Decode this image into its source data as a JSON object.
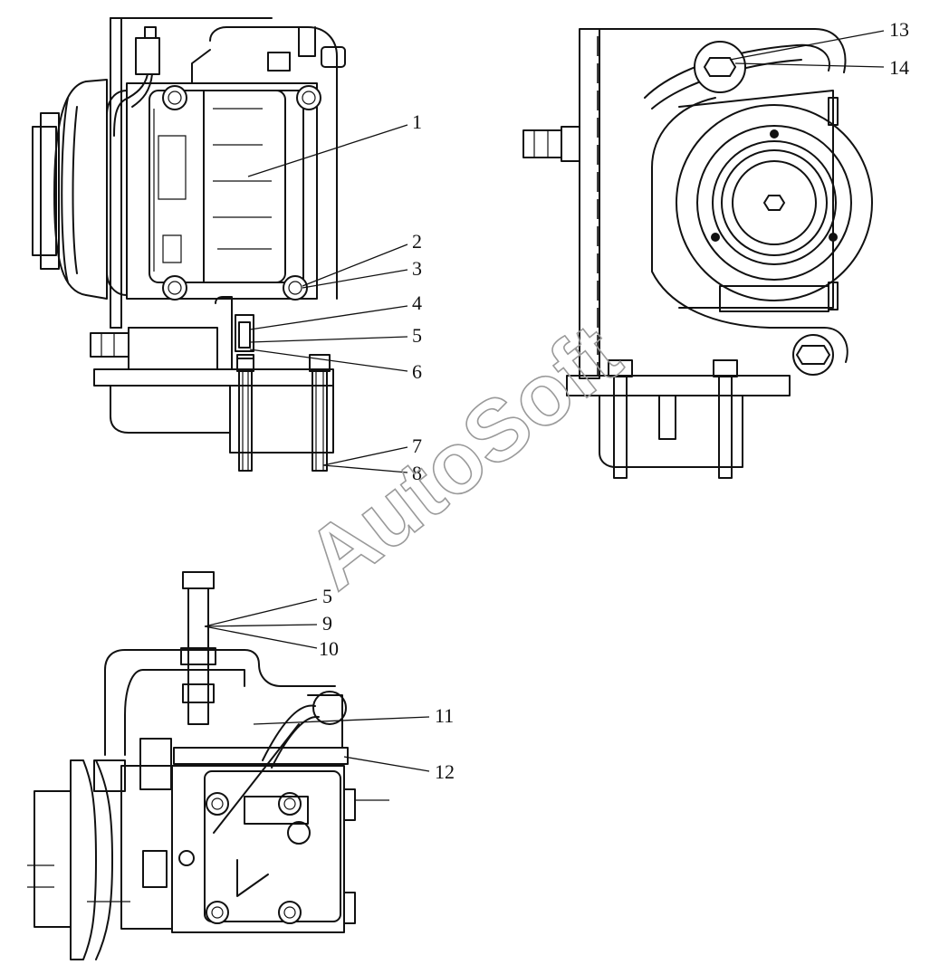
{
  "watermark": "AutoSoft",
  "callouts": {
    "c1": "1",
    "c2": "2",
    "c3": "3",
    "c4": "4",
    "c5a": "5",
    "c6": "6",
    "c7": "7",
    "c8": "8",
    "c5b": "5",
    "c9": "9",
    "c10": "10",
    "c11": "11",
    "c12": "12",
    "c13": "13",
    "c14": "14"
  }
}
